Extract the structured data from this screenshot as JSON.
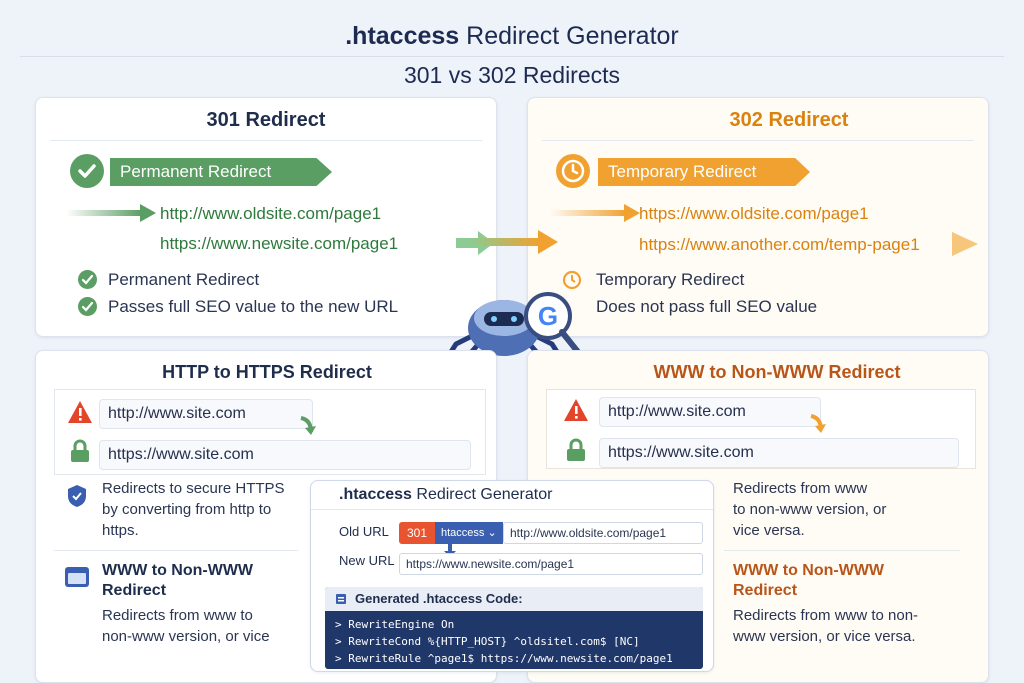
{
  "header": {
    "title_bold": ".htaccess",
    "title_rest": " Redirect Generator",
    "subtitle": "301 vs 302 Redirects"
  },
  "card301": {
    "title": "301 Redirect",
    "ribbon": "Permanent Redirect",
    "old_url": "http://www.oldsite.com/page1",
    "new_url": "https://www.newsite.com/page1",
    "features": [
      "Permanent Redirect",
      "Passes full SEO value to the new URL"
    ],
    "accent": "#5a9e63"
  },
  "card302": {
    "title": "302 Redirect",
    "ribbon": "Temporary Redirect",
    "old_url": "https://www.oldsite.com/page1",
    "new_url": "https://www.another.com/temp-page1",
    "features": [
      "Temporary Redirect",
      "Does not pass full SEO value"
    ],
    "accent": "#f0a12f"
  },
  "httpCard": {
    "title": "HTTP to HTTPS Redirect",
    "from": "http://www.site.com",
    "to": "https://www.site.com",
    "desc": [
      "Redirects to secure HTTPS",
      "by converting from http to",
      "https."
    ],
    "sub_title": [
      "WWW to Non-WWW",
      "Redirect"
    ],
    "sub_desc": [
      "Redirects from www to",
      "non-www version, or vice"
    ]
  },
  "wwwCard": {
    "title": "WWW to Non-WWW Redirect",
    "from": "http://www.site.com",
    "to": "https://www.site.com",
    "desc": [
      "Redirects from www",
      "to non-www version, or",
      "vice versa."
    ],
    "sub_title": [
      "WWW to Non-WWW",
      "Redirect"
    ],
    "sub_desc": [
      "Redirects from www to non-",
      "www version, or vice versa."
    ]
  },
  "generator": {
    "title_bold": ".htaccess",
    "title_rest": " Redirect Generator",
    "old_label": "Old URL",
    "code_badge": "301",
    "type_select": "htaccess",
    "old_value": "http://www.oldsite.com/page1",
    "new_label": "New URL",
    "new_value": "https://www.newsite.com/page1",
    "code_title": "Generated .htaccess Code:",
    "code_lines": [
      "> RewriteEngine On",
      "> RewriteCond %{HTTP_HOST} ^oldsitel.com$ [NC]",
      "> RewriteRule ^page1$ https://www.newsite.com/page1"
    ]
  }
}
